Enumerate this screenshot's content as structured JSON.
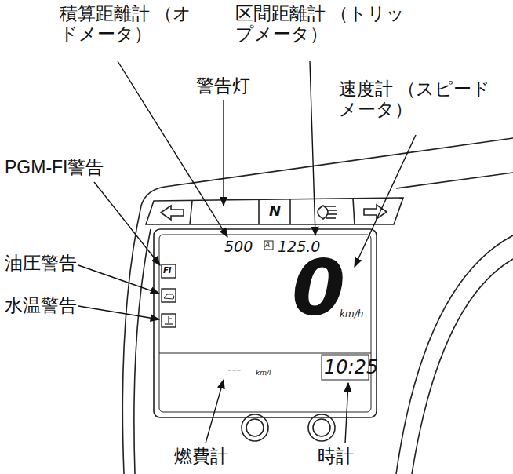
{
  "diagram": {
    "labels": [
      "積算距離計 （オドメータ）",
      "区間距離計 （トリップメータ）",
      "警告灯",
      "速度計 （スピードメータ）",
      "PGM-FI警告",
      "N",
      "500",
      "A",
      "125.0",
      "FI",
      "油圧警告",
      "0",
      "水温警告",
      "km/h",
      "---",
      "km/l",
      "10:25",
      "燃費計",
      "時計"
    ]
  }
}
